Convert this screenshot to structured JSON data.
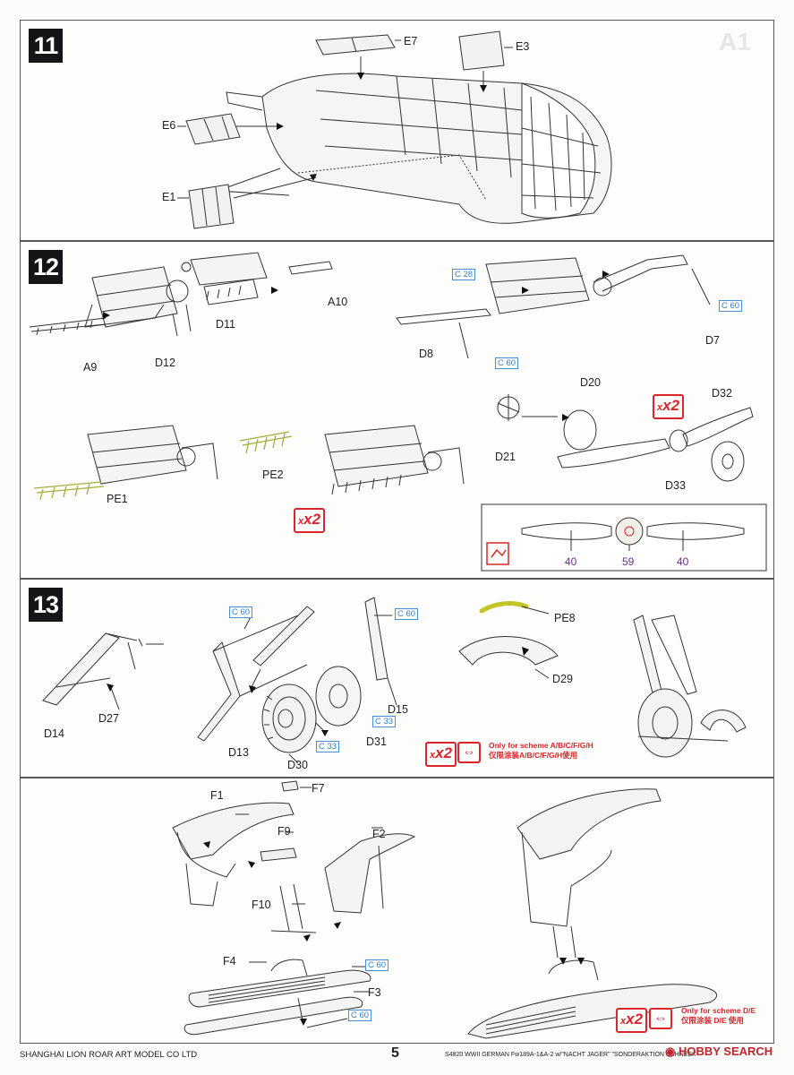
{
  "steps": [
    {
      "number": "11",
      "parts": [
        "E7",
        "E3",
        "E6",
        "E1"
      ]
    },
    {
      "number": "12",
      "parts": [
        "A10",
        "D11",
        "A9",
        "D12",
        "C 28",
        "C 60",
        "D7",
        "D8",
        "C 60",
        "D20",
        "D32",
        "D21",
        "D33",
        "PE2",
        "PE1"
      ],
      "multiplier_engine": "x2",
      "multiplier_prop": "x2",
      "paint_codes": [
        "40",
        "59",
        "40"
      ]
    },
    {
      "number": "13",
      "parts": [
        "C 60",
        "C 60",
        "PE8",
        "D29",
        "D14",
        "D27",
        "D15",
        "C 33",
        "D31",
        "D13",
        "C 33",
        "D30"
      ],
      "multiplier": "x2",
      "note_en": "Only for scheme A/B/C/F/G/H",
      "note_cn": "仅限涂装A/B/C/F/G/H使用"
    },
    {
      "number": "",
      "parts": [
        "F1",
        "F7",
        "F9",
        "F2",
        "F10",
        "F4",
        "C 60",
        "F3",
        "C 60"
      ],
      "multiplier": "x2",
      "note_en": "Only for scheme D/E",
      "note_cn": "仅限涂装 D/E 使用"
    }
  ],
  "footer": {
    "company": "SHANGHAI LION ROAR ART MODEL CO LTD",
    "page_number": "5",
    "product": "S4820 WWII GERMAN Fw189A-1&A-2 w/\"NACHT JÄGER\" \"SONDERAKTION SCHNEEKUFEN\" 3 in 1",
    "watermark": "HOBBY SEARCH"
  },
  "colors": {
    "accent_red": "#d8262c",
    "ref_blue": "#2f7fc8",
    "paint_purple": "#6b2f88",
    "photoetch": "#b9c45a"
  }
}
